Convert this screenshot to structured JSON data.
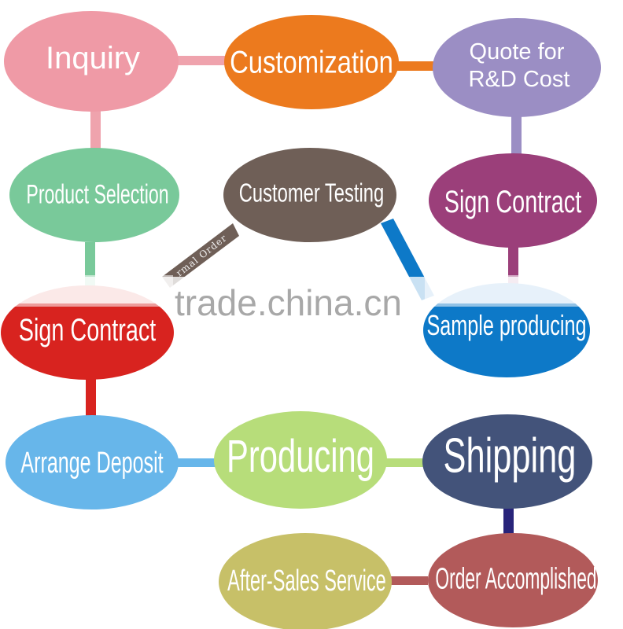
{
  "nodes": {
    "inquiry": "Inquiry",
    "customization": "Customization",
    "quote_line1": "Quote for",
    "quote_line2": "R&D Cost",
    "product_selection": "Product Selection",
    "customer_testing": "Customer  Testing",
    "sign_contract_right": "Sign Contract",
    "sign_contract_left": "Sign Contract",
    "sample_producing": "Sample producing",
    "arrange_deposit": "Arrange Deposit",
    "producing": "Producing",
    "shipping": "Shipping",
    "after_sales": "After-Sales Service",
    "order_accomplished": "Order Accomplished"
  },
  "connector_label": "rmal Order",
  "watermark": "trade.china.cn",
  "colors": {
    "inquiry": "#ef9aa6",
    "customization": "#ec7a1e",
    "quote": "#9b8ec4",
    "product_selection": "#79c99a",
    "customer_testing": "#6f5f57",
    "sign_contract_right": "#9b3f7a",
    "sign_contract_left": "#d8231f",
    "sample_producing": "#0d79c8",
    "arrange_deposit": "#67b6ea",
    "producing": "#b7dd7a",
    "shipping": "#43537a",
    "after_sales": "#c7c068",
    "order_accomplished": "#b25a5a"
  }
}
